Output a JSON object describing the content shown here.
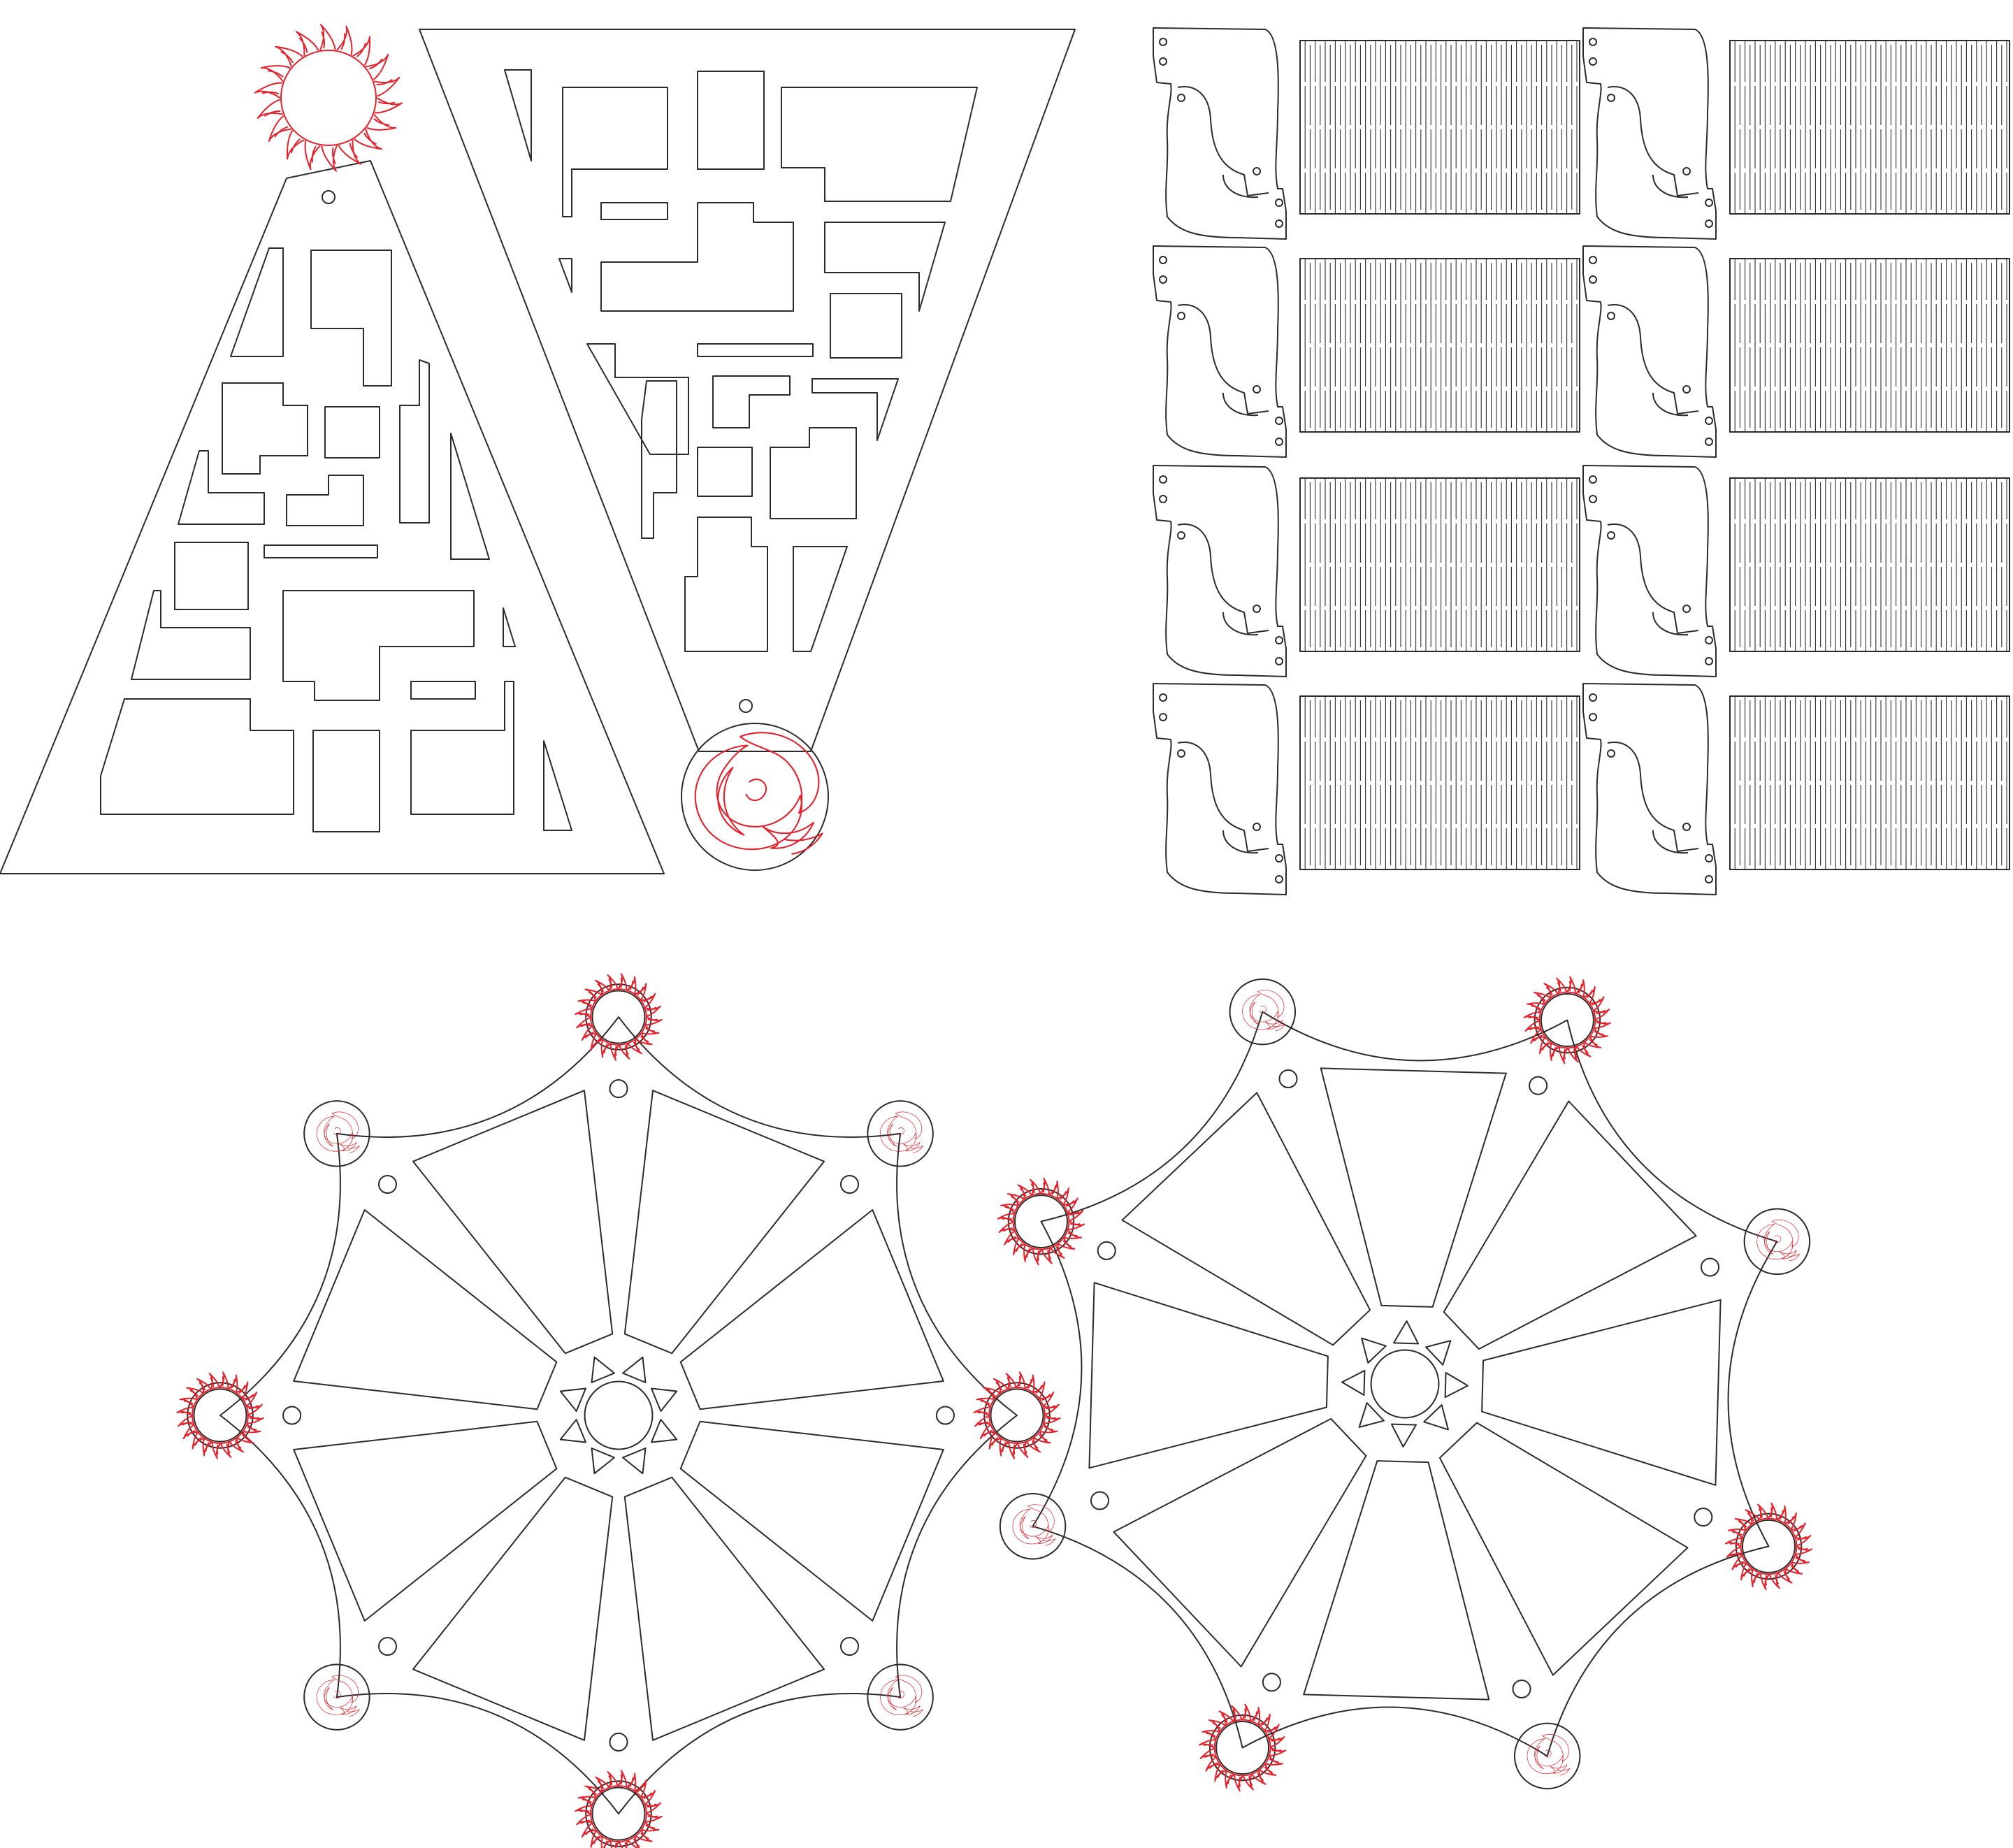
{
  "sheet": {
    "type": "laser-cut-template",
    "colors": {
      "cut": "#2b2b2b",
      "engrave": "#e5212b",
      "background": "#ffffff"
    }
  },
  "parts": {
    "triangle_upright": {
      "label": "",
      "icons": [
        "sun-icon"
      ]
    },
    "triangle_inverted": {
      "label": "",
      "icons": [
        "moon-icon"
      ]
    },
    "link_grid": {
      "label": "",
      "rows": 4,
      "columns": 2
    },
    "wheel_left": {
      "label": "",
      "spokes": 8,
      "icons": [
        "sun-icon",
        "moon-icon"
      ]
    },
    "wheel_right": {
      "label": "",
      "spokes": 8,
      "icons": [
        "sun-icon",
        "moon-icon"
      ]
    }
  }
}
